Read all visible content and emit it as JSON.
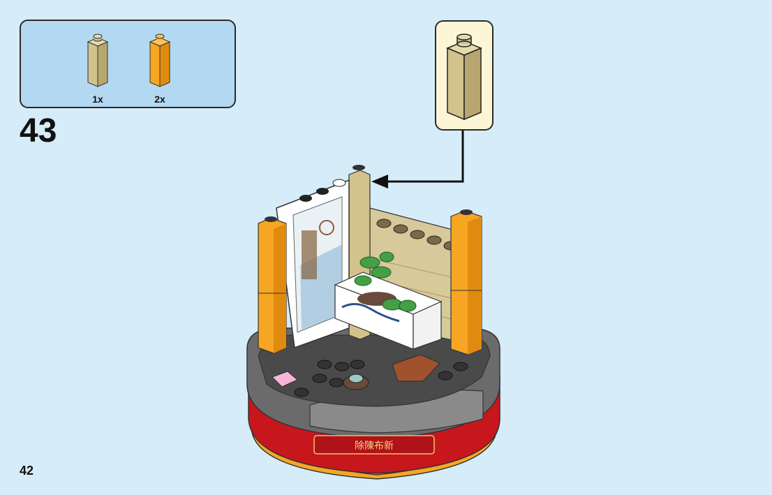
{
  "parts_list": {
    "items": [
      {
        "qty": "1x",
        "color": "#d2c28c",
        "icon": "tan-brick-1x1x3-icon"
      },
      {
        "qty": "2x",
        "color": "#f6a623",
        "icon": "orange-brick-1x1x3-icon"
      }
    ]
  },
  "step": {
    "number": "43"
  },
  "callout": {
    "icon": "tan-brick-1x1x3-icon",
    "color": "#d2c28c"
  },
  "base_banner": {
    "text": "除陳布新"
  },
  "page": {
    "number": "42"
  },
  "colors": {
    "background": "#d6ecf9",
    "parts_panel": "#b3d8f2",
    "callout_panel": "#fdf6d6",
    "tan": "#d2c28c",
    "orange": "#f6a623",
    "dark_gray": "#5a5a5a",
    "red": "#c8161d"
  }
}
